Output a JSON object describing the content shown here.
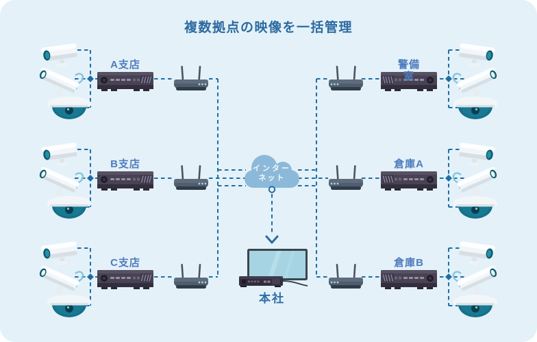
{
  "title": "複数拠点の映像を一括管理",
  "internet_cloud": {
    "label_line1": "インター",
    "label_line2": "ネット"
  },
  "headquarters": {
    "label": "本社"
  },
  "sites": {
    "branch_a": {
      "label": "A支店"
    },
    "branch_b": {
      "label": "B支店"
    },
    "branch_c": {
      "label": "C支店"
    },
    "security_room": {
      "label_line1": "警備",
      "label_line2": "室"
    },
    "warehouse_a": {
      "label": "倉庫A"
    },
    "warehouse_b": {
      "label": "倉庫B"
    }
  },
  "icons": {
    "camera_top": "bullet-camera-icon",
    "camera_mid": "angled-bullet-camera-icon",
    "camera_dome": "dome-camera-icon",
    "recorder": "video-recorder-icon",
    "router": "wifi-router-icon",
    "internet": "cloud-icon",
    "hq_display": "monitor-icon",
    "hq_recorder": "recorder-icon",
    "arrow": "down-arrow-icon"
  },
  "colors": {
    "page_bg": "#ffffff",
    "card_bg": "#e4f1f8",
    "line": "#1d6ea6",
    "title": "#2c6a9f",
    "site_label": "#4e7cbe",
    "hq_label": "#2e6da6",
    "cloud": "#8cb9d9",
    "cloud_text": "#f2f8fb"
  }
}
